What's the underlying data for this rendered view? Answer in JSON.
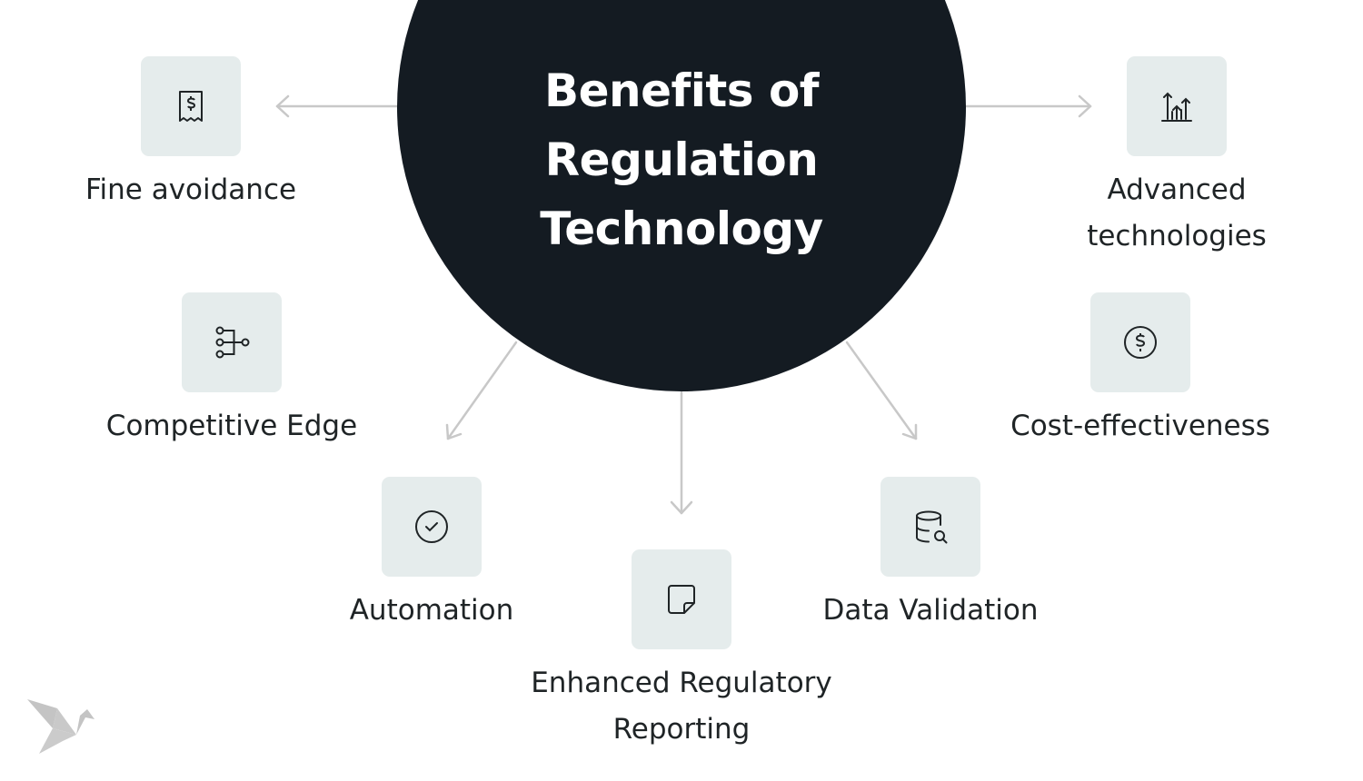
{
  "title": {
    "line1": "Benefits of",
    "line2": "Regulation",
    "line3": "Technology"
  },
  "benefits": [
    {
      "label": "Fine avoidance",
      "icon": "receipt-dollar-icon"
    },
    {
      "label_line1": "Advanced",
      "label_line2": "technologies",
      "icon": "bar-chart-arrows-icon"
    },
    {
      "label": "Competitive Edge",
      "icon": "flow-nodes-icon"
    },
    {
      "label": "Cost-effectiveness",
      "icon": "dollar-circle-icon"
    },
    {
      "label": "Automation",
      "icon": "check-circle-icon"
    },
    {
      "label_line1": "Enhanced Regulatory",
      "label_line2": "Reporting",
      "icon": "sticky-note-icon"
    },
    {
      "label": "Data Validation",
      "icon": "database-search-icon"
    }
  ],
  "colors": {
    "circle": "#141b22",
    "box": "#e5ecec",
    "arrow": "#c8c8c8"
  }
}
